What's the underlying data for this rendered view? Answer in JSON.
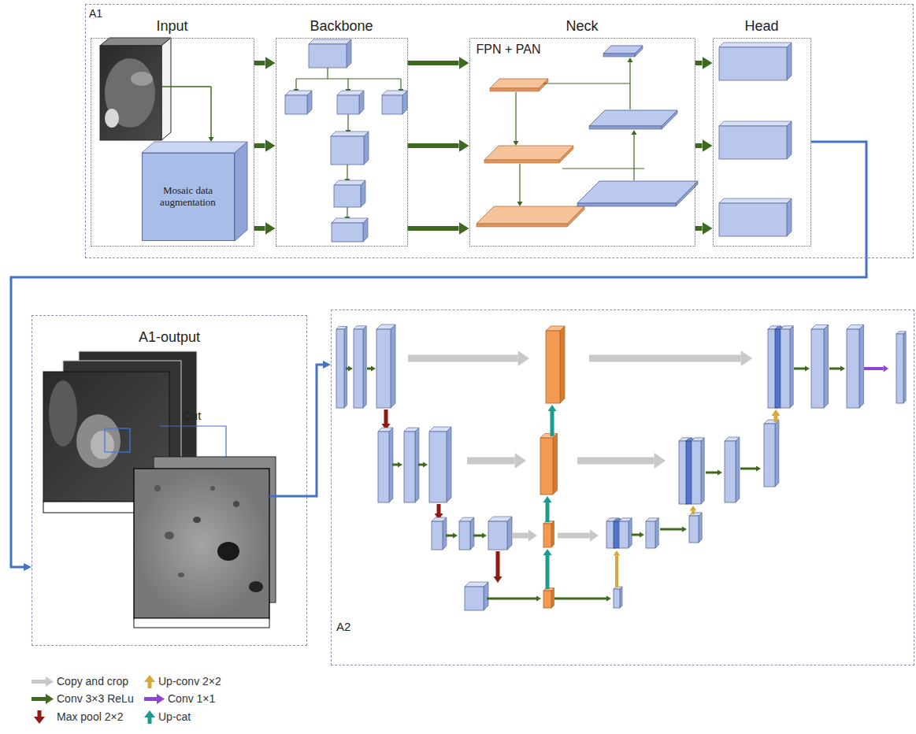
{
  "diagram": {
    "nodes": [
      {
        "text": [
          "A1"
        ]
      },
      {
        "text": [
          "Input"
        ],
        "in": 0
      },
      {
        "text": [
          "Mosaic data augmentation"
        ],
        "in": 1
      },
      {
        "text": [
          "Backbone"
        ],
        "in": 0
      },
      {
        "text": [
          "Neck",
          "FPN + PAN"
        ],
        "in": 0
      },
      {
        "text": [
          "Head"
        ],
        "in": 0
      },
      {
        "text": [
          "A1-output"
        ]
      },
      {
        "text": [
          "A2"
        ]
      }
    ],
    "edges": [
      {
        "from": 1,
        "to": 3,
        "arrow": "to"
      },
      {
        "from": 1,
        "to": 3,
        "arrow": "to"
      },
      {
        "from": 1,
        "to": 3,
        "arrow": "to"
      },
      {
        "from": 3,
        "to": 4,
        "arrow": "to"
      },
      {
        "from": 3,
        "to": 4,
        "arrow": "to"
      },
      {
        "from": 3,
        "to": 4,
        "arrow": "to"
      },
      {
        "from": 4,
        "to": 5,
        "arrow": "to"
      },
      {
        "from": 4,
        "to": 5,
        "arrow": "to"
      },
      {
        "from": 4,
        "to": 5,
        "arrow": "to"
      },
      {
        "from": 5,
        "to": 6,
        "arrow": "to"
      },
      {
        "from": 6,
        "to": 7,
        "arrow": "to"
      }
    ],
    "labels": [
      "Cut"
    ],
    "legend": [
      {
        "text": "Copy and crop"
      },
      {
        "text": "Conv 3×3 ReLu"
      },
      {
        "text": "Max pool 2×2"
      },
      {
        "text": "Up-conv 2×2"
      },
      {
        "text": "Conv 1×1"
      },
      {
        "text": "Up-cat"
      }
    ]
  }
}
